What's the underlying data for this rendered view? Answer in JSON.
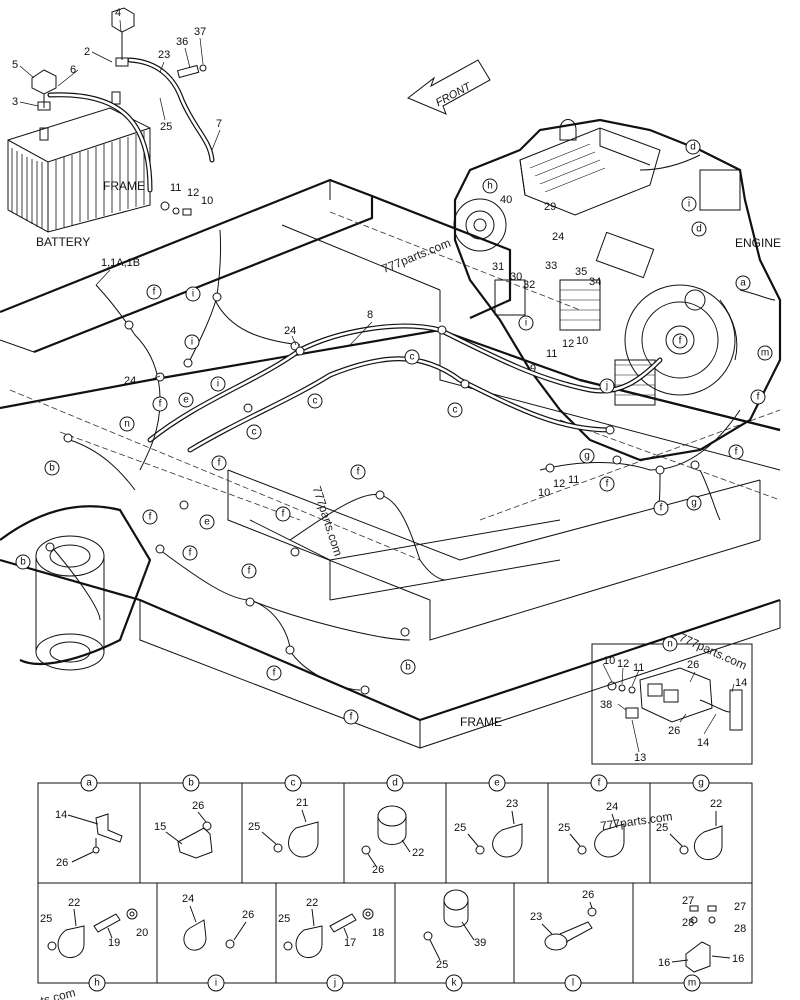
{
  "labels": {
    "battery": "BATTERY",
    "frame_top": "FRAME",
    "engine": "ENGINE",
    "frame_bottom": "FRAME",
    "front": "FRONT",
    "battery_cable_ref": "1,1A,1B"
  },
  "watermarks": [
    "777parts.com",
    "777parts.com",
    "777parts.com",
    "777parts.com",
    "ts.com"
  ],
  "detail_letters": [
    "a",
    "b",
    "c",
    "d",
    "e",
    "f",
    "g",
    "h",
    "i",
    "j",
    "k",
    "l",
    "m",
    "n"
  ],
  "table": {
    "top_row": [
      "a",
      "b",
      "c",
      "d",
      "e",
      "f",
      "g"
    ],
    "bottom_row": [
      "h",
      "i",
      "j",
      "k",
      "l",
      "m"
    ]
  },
  "part_numbers": {
    "battery_area": [
      "4",
      "2",
      "36",
      "37",
      "5",
      "6",
      "23",
      "3",
      "25",
      "7",
      "11",
      "12",
      "10"
    ],
    "engine_area": [
      "40",
      "29",
      "31",
      "30",
      "24",
      "33",
      "35",
      "34",
      "32",
      "11",
      "12",
      "10",
      "9"
    ],
    "harness_area": [
      "8",
      "24",
      "24",
      "10",
      "12",
      "11"
    ],
    "inset_n": [
      "10",
      "12",
      "11",
      "26",
      "14",
      "38",
      "26",
      "14",
      "13"
    ],
    "cell_a": [
      "14",
      "26"
    ],
    "cell_b": [
      "26",
      "15"
    ],
    "cell_c": [
      "21",
      "25"
    ],
    "cell_d": [
      "22",
      "26"
    ],
    "cell_e": [
      "23",
      "25"
    ],
    "cell_f": [
      "24",
      "25"
    ],
    "cell_g": [
      "22",
      "25"
    ],
    "cell_h": [
      "22",
      "25",
      "19",
      "20"
    ],
    "cell_i": [
      "24",
      "26"
    ],
    "cell_j": [
      "22",
      "25",
      "17",
      "18"
    ],
    "cell_k": [
      "39",
      "25"
    ],
    "cell_l": [
      "26",
      "23"
    ],
    "cell_m": [
      "27",
      "27",
      "28",
      "28",
      "16",
      "16"
    ]
  }
}
